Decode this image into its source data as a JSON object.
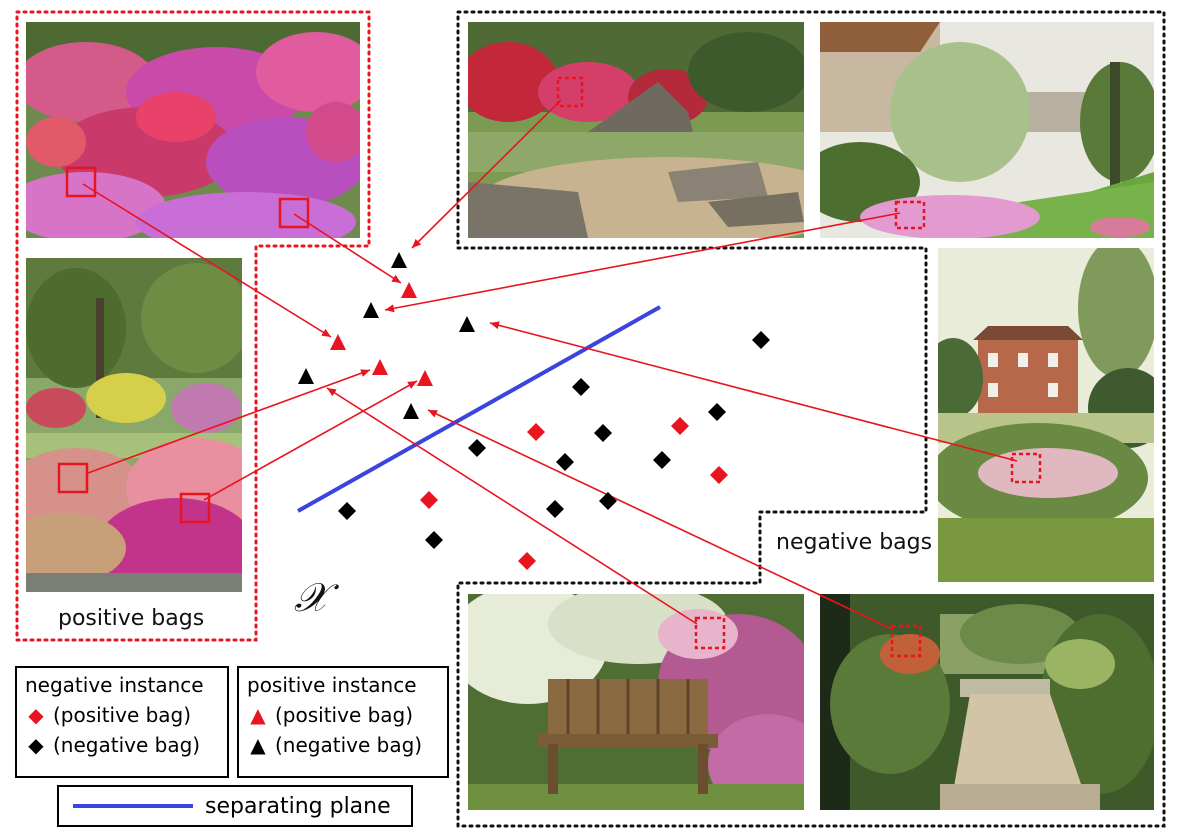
{
  "labels": {
    "positive_bags": "positive bags",
    "negative_bags": "negative bags",
    "space_symbol": "𝒳"
  },
  "legend": {
    "negative_instance": {
      "title": "negative instance",
      "positive_bag": "(positive bag)",
      "negative_bag": "(negative bag)"
    },
    "positive_instance": {
      "title": "positive instance",
      "positive_bag": "(positive bag)",
      "negative_bag": "(negative bag)"
    },
    "separating_plane": "separating plane"
  },
  "colors": {
    "positive": "#e8141f",
    "negative": "#000000",
    "plane": "#3a44e0",
    "arrow": "#e8141f"
  },
  "photos": [
    {
      "name": "photo-pink-flowers",
      "group": "positive bag"
    },
    {
      "name": "photo-garden-azaleas",
      "group": "positive bag"
    },
    {
      "name": "photo-rock-garden",
      "group": "negative bag"
    },
    {
      "name": "photo-cottage-garden",
      "group": "negative bag"
    },
    {
      "name": "photo-brick-house",
      "group": "negative bag"
    },
    {
      "name": "photo-bench",
      "group": "negative bag"
    },
    {
      "name": "photo-garden-path",
      "group": "negative bag"
    }
  ]
}
